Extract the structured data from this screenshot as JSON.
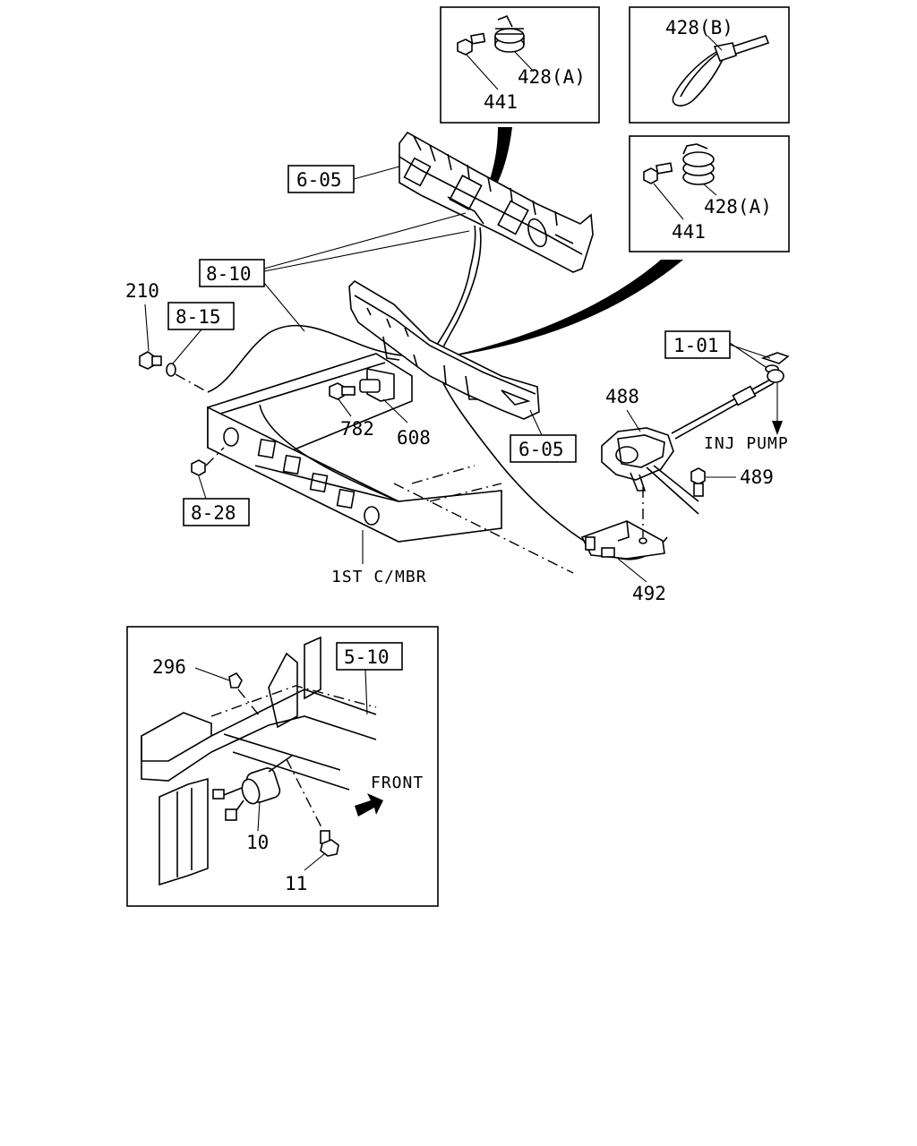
{
  "callouts": {
    "ref_605_top": "6-05",
    "ref_810": "8-10",
    "ref_815": "8-15",
    "ref_828": "8-28",
    "ref_605_bottom": "6-05",
    "ref_101": "1-01",
    "ref_510": "5-10"
  },
  "labels": {
    "p210": "210",
    "p782": "782",
    "p608": "608",
    "p488": "488",
    "p489": "489",
    "p492": "492",
    "inj_pump": "INJ PUMP",
    "first_cmbr": "1ST C/MBR",
    "p296": "296",
    "p10": "10",
    "p11": "11",
    "front": "FRONT"
  },
  "insets": {
    "inset_a": {
      "clamp": "428(A)",
      "bolt": "441"
    },
    "inset_b": {
      "strap": "428(B)"
    },
    "inset_c": {
      "clamp": "428(A)",
      "bolt": "441"
    }
  },
  "colors": {
    "line": "#000000",
    "background": "#ffffff"
  }
}
